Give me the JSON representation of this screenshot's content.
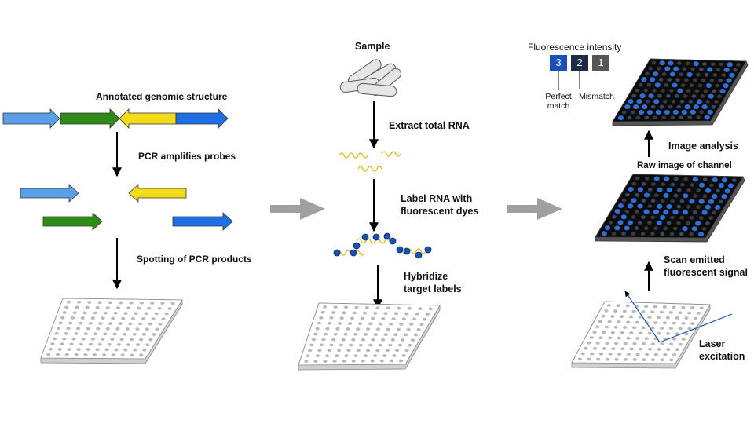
{
  "labels": {
    "annotated": "Annotated genomic structure",
    "pcr": "PCR amplifies probes",
    "spotting": "Spotting of PCR products",
    "sample": "Sample",
    "extract": "Extract total RNA",
    "label_rna_1": "Label RNA with",
    "label_rna_2": "fluorescent dyes",
    "hybridize_1": "Hybridize",
    "hybridize_2": "target labels",
    "fluorescence_intensity": "Fluorescence intensity",
    "perfect_1": "Perfect",
    "perfect_2": "match",
    "mismatch": "Mismatch",
    "image_analysis": "Image analysis",
    "raw_image": "Raw image of channel",
    "scan_1": "Scan emitted",
    "scan_2": "fluorescent signal",
    "laser_1": "Laser",
    "laser_2": "excitation"
  },
  "intensity_levels": [
    "3",
    "2",
    "1"
  ],
  "colors": {
    "light_blue": "#5b9ee8",
    "green": "#2e8b18",
    "yellow": "#f2dc1a",
    "blue": "#1e6fe6",
    "process_arrow": "#a0a0a0",
    "level3": "#1a4fb5",
    "level2": "#1c2a45",
    "level1": "#555555",
    "dark_array": "#0c0c0c"
  }
}
